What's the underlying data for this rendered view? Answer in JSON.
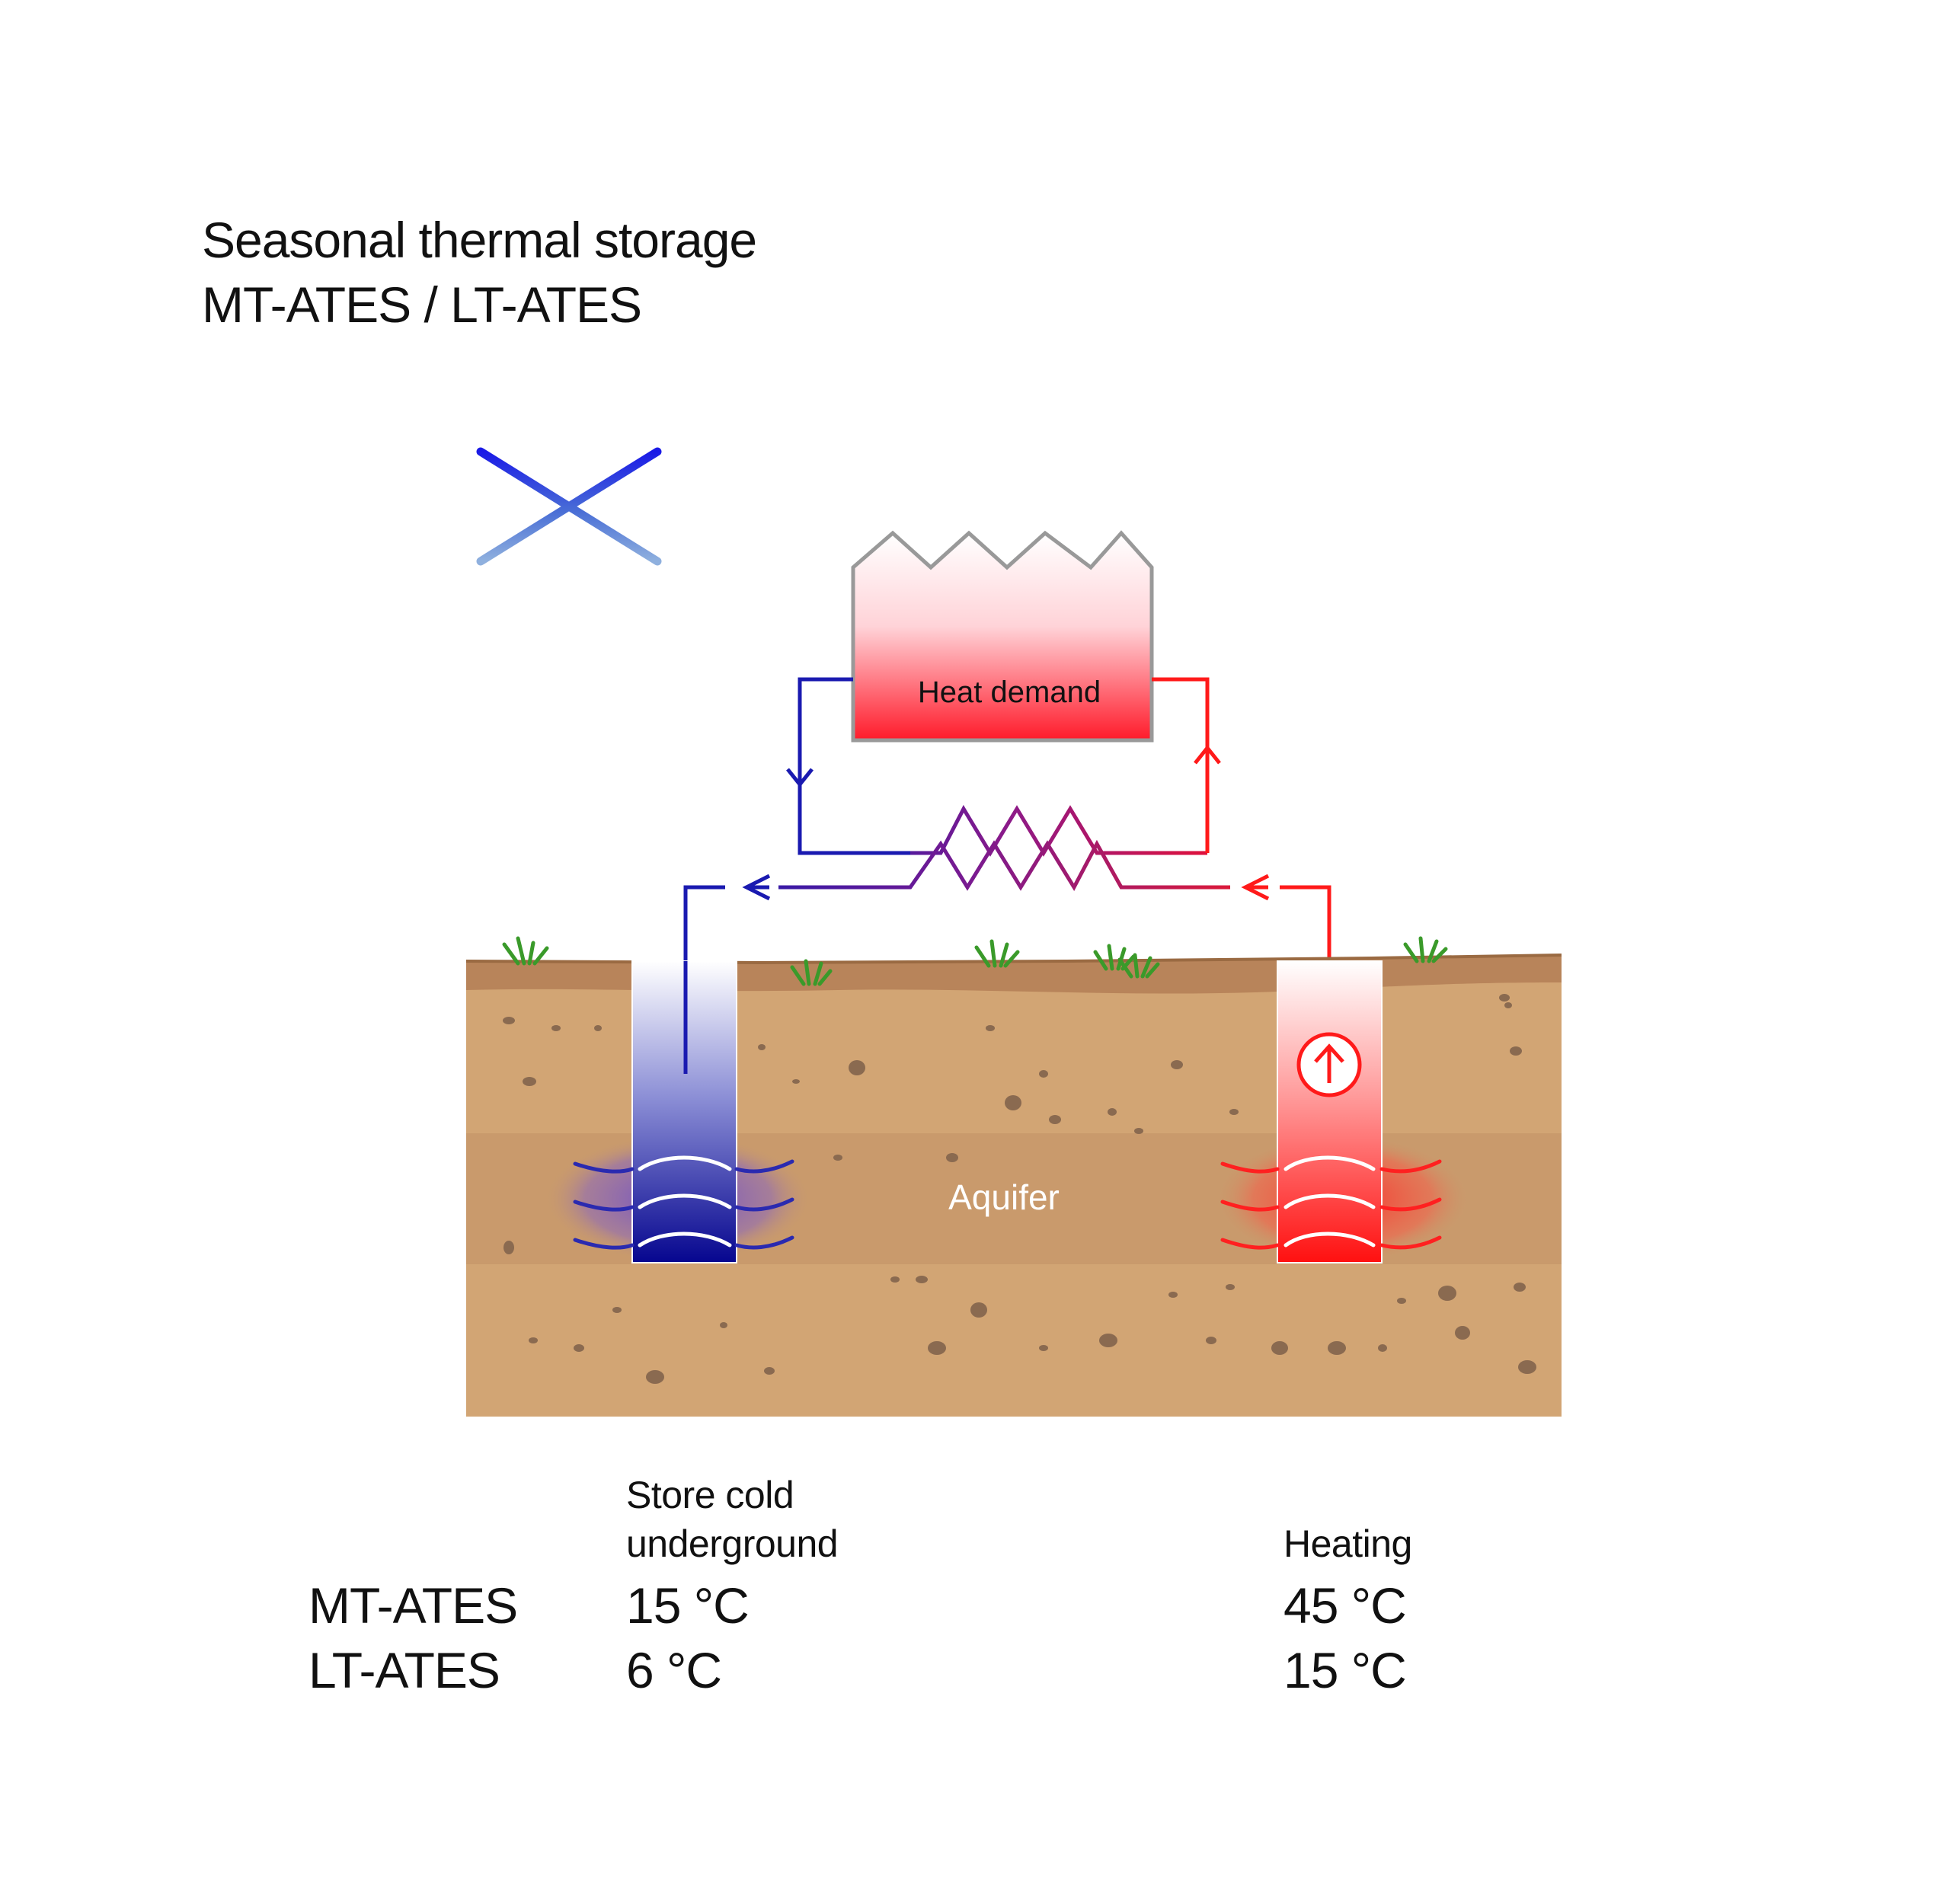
{
  "title": {
    "line1": "Seasonal thermal storage",
    "line2": "MT-ATES / LT-ATES"
  },
  "icons": {
    "season": "snowflake-icon",
    "pump": "pump-up-arrow-icon",
    "heat_exchanger": "heat-exchanger-zigzag-icon"
  },
  "building": {
    "label": "Heat demand"
  },
  "ground": {
    "aquifer_label": "Aquifer"
  },
  "colors": {
    "cold": "#1a1adb",
    "hot": "#ff1a1a",
    "soil": "#d2a574",
    "aquifer": "#c99a6c",
    "topsoil": "#b8845a",
    "grass": "#3a9a2a"
  },
  "table": {
    "col_cold_header_line1": "Store cold",
    "col_cold_header_line2": "underground",
    "col_hot_header": "Heating",
    "rows": [
      {
        "name": "MT-ATES",
        "cold": "15 °C",
        "hot": "45 °C"
      },
      {
        "name": "LT-ATES",
        "cold": "6 °C",
        "hot": "15 °C"
      }
    ]
  }
}
